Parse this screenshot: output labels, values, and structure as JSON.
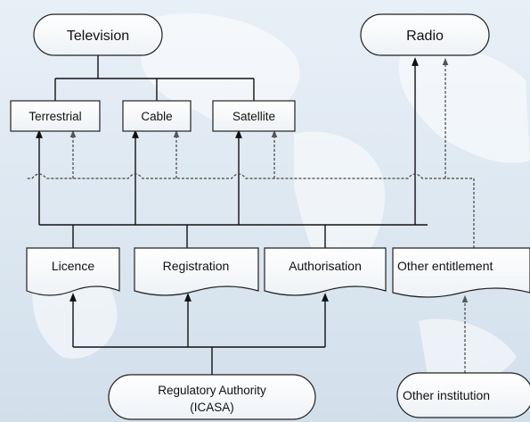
{
  "nodes": {
    "television": "Television",
    "radio": "Radio",
    "terrestrial": "Terrestrial",
    "cable": "Cable",
    "satellite": "Satellite",
    "licence": "Licence",
    "registration": "Registration",
    "authorisation": "Authorisation",
    "other_entitlement": "Other entitlement",
    "regulatory_authority_line1": "Regulatory Authority",
    "regulatory_authority_line2": "(ICASA)",
    "other_institution": "Other institution"
  }
}
